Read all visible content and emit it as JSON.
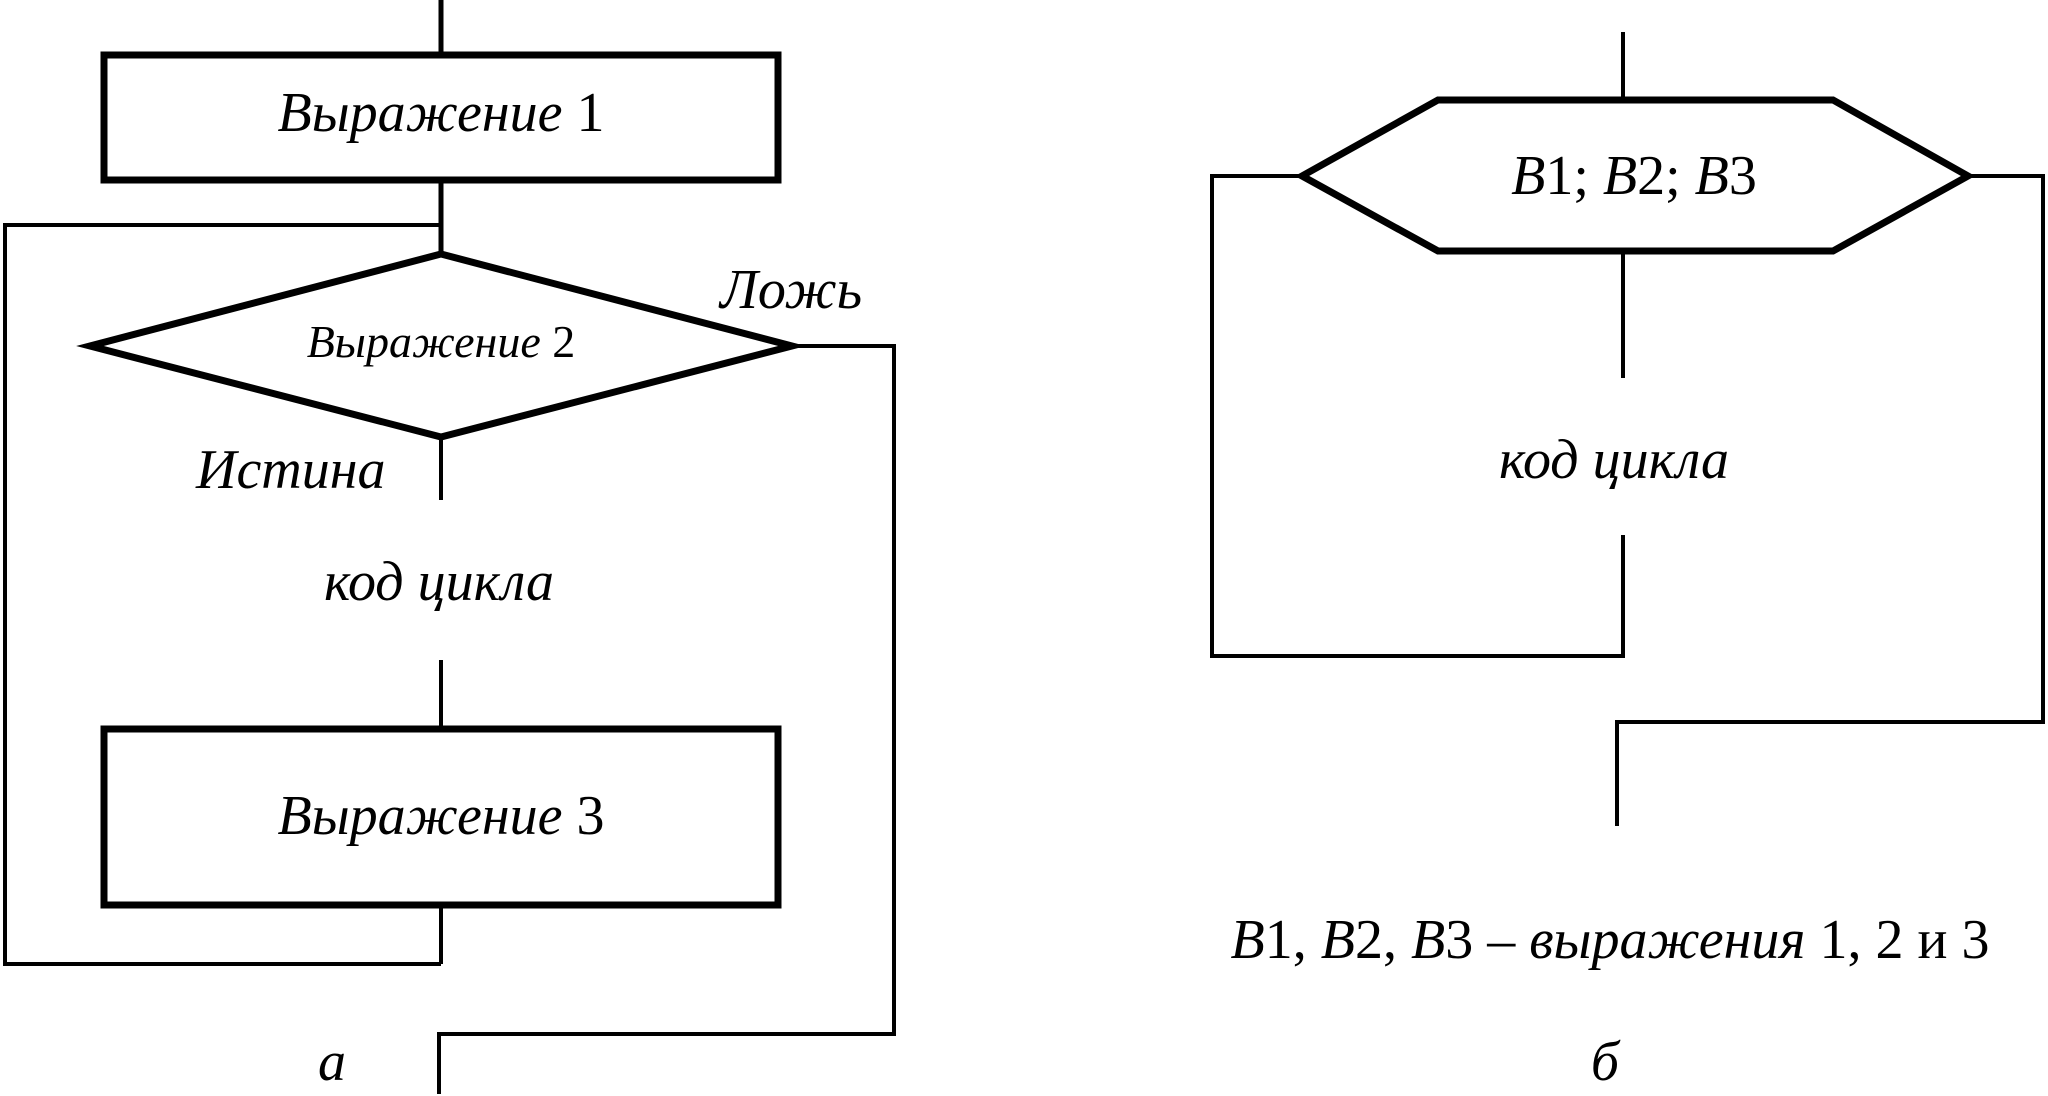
{
  "diagram_a": {
    "expression1": {
      "word": "Выражение",
      "number": " 1"
    },
    "expression2": {
      "word": "Выражение",
      "number": " 2"
    },
    "expression3": {
      "word": "Выражение",
      "number": " 3"
    },
    "false_label": "Ложь",
    "true_label": "Истина",
    "loop_code": "код цикла",
    "caption": "а"
  },
  "diagram_b": {
    "header": {
      "b1": "B",
      "n1": "1; ",
      "b2": "B",
      "n2": "2; ",
      "b3": "B",
      "n3": "3"
    },
    "loop_code": "код цикла",
    "legend": {
      "b1": "B",
      "n1": "1, ",
      "b2": "B",
      "n2": "2, ",
      "b3": "B",
      "n3": "3 – ",
      "words": "выражения",
      "tail": " 1, 2 и 3"
    },
    "caption": "б"
  },
  "colors": {
    "stroke": "#000000",
    "background": "#ffffff"
  }
}
